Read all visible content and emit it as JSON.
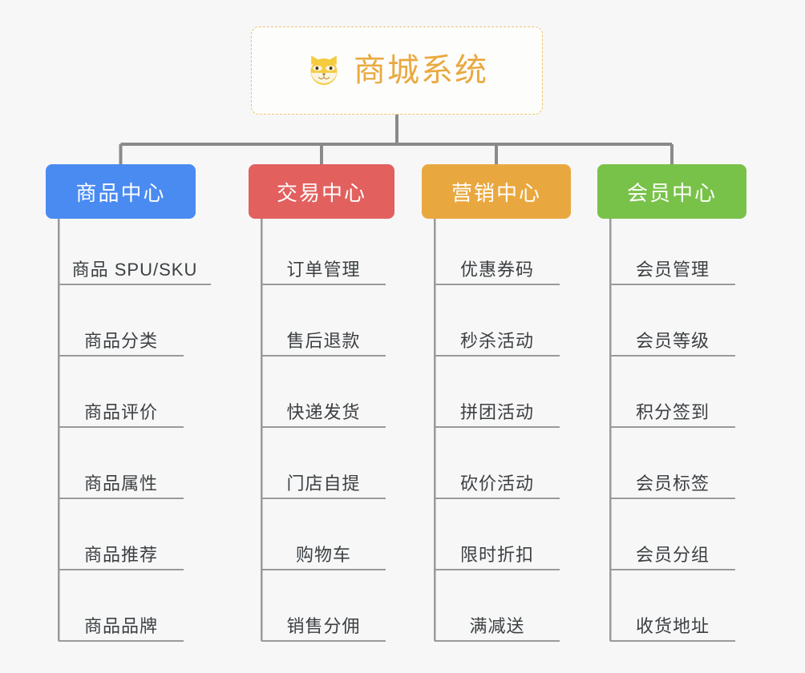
{
  "background": "#f7f7f7",
  "connector_color": "#8a8a8a",
  "leaf_rule_color": "#9a9a9a",
  "leaf_text_color": "#3c4043",
  "root": {
    "title": "商城系统",
    "icon": "shiba-inu-dog-face-icon",
    "text_color": "#e9a93f",
    "border_color": "#efc36a",
    "background": "#fdfdfc"
  },
  "categories": [
    {
      "label": "商品中心",
      "color": "#4a8bf2",
      "items": [
        "商品 SPU/SKU",
        "商品分类",
        "商品评价",
        "商品属性",
        "商品推荐",
        "商品品牌"
      ]
    },
    {
      "label": "交易中心",
      "color": "#e2605e",
      "items": [
        "订单管理",
        "售后退款",
        "快递发货",
        "门店自提",
        "购物车",
        "销售分佣"
      ]
    },
    {
      "label": "营销中心",
      "color": "#e9a83f",
      "items": [
        "优惠券码",
        "秒杀活动",
        "拼团活动",
        "砍价活动",
        "限时折扣",
        "满减送"
      ]
    },
    {
      "label": "会员中心",
      "color": "#79c24a",
      "items": [
        "会员管理",
        "会员等级",
        "积分签到",
        "会员标签",
        "会员分组",
        "收货地址"
      ]
    }
  ]
}
